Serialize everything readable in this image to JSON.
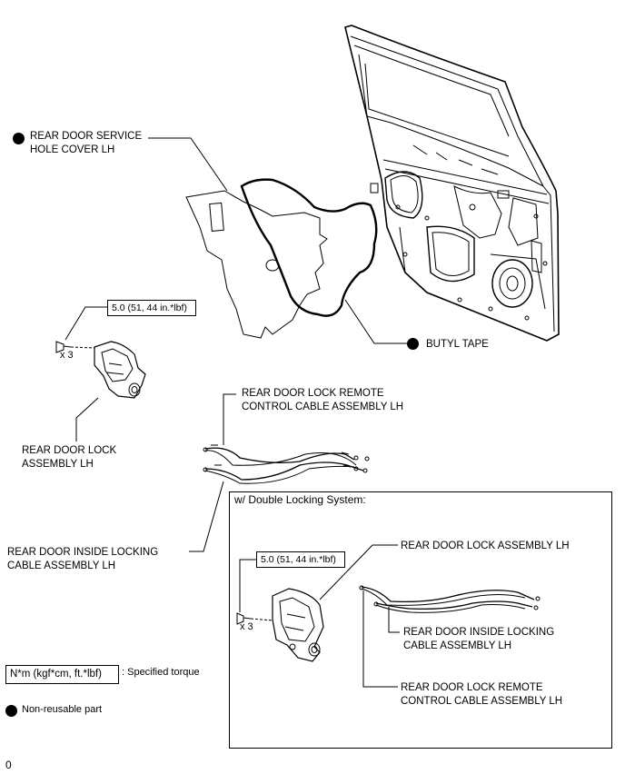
{
  "labels": {
    "service_hole_cover_line1": "REAR DOOR SERVICE",
    "service_hole_cover_line2": "HOLE COVER LH",
    "butyl_tape": "BUTYL TAPE",
    "lock_assembly_line1": "REAR DOOR LOCK",
    "lock_assembly_line2": "ASSEMBLY LH",
    "remote_cable_line1": "REAR DOOR LOCK REMOTE",
    "remote_cable_line2": "CONTROL CABLE ASSEMBLY LH",
    "inside_cable_line1": "REAR DOOR INSIDE LOCKING",
    "inside_cable_line2": "CABLE ASSEMBLY LH"
  },
  "torque": {
    "main": "5.0 (51, 44 in.*lbf)",
    "main_qty": "x 3"
  },
  "inset": {
    "title": "w/ Double Locking System:",
    "torque": "5.0 (51, 44 in.*lbf)",
    "qty": "x 3",
    "lock_assembly": "REAR DOOR LOCK ASSEMBLY LH",
    "inside_cable_line1": "REAR DOOR INSIDE LOCKING",
    "inside_cable_line2": "CABLE ASSEMBLY LH",
    "remote_cable_line1": "REAR DOOR LOCK REMOTE",
    "remote_cable_line2": "CONTROL CABLE ASSEMBLY LH"
  },
  "legend": {
    "torque_unit": "N*m (kgf*cm, ft.*lbf)",
    "torque_desc": ": Specified torque",
    "nonreusable_desc": "Non-reusable part"
  },
  "footer": {
    "code": "0"
  },
  "colors": {
    "ink": "#000000",
    "paper": "#ffffff"
  }
}
